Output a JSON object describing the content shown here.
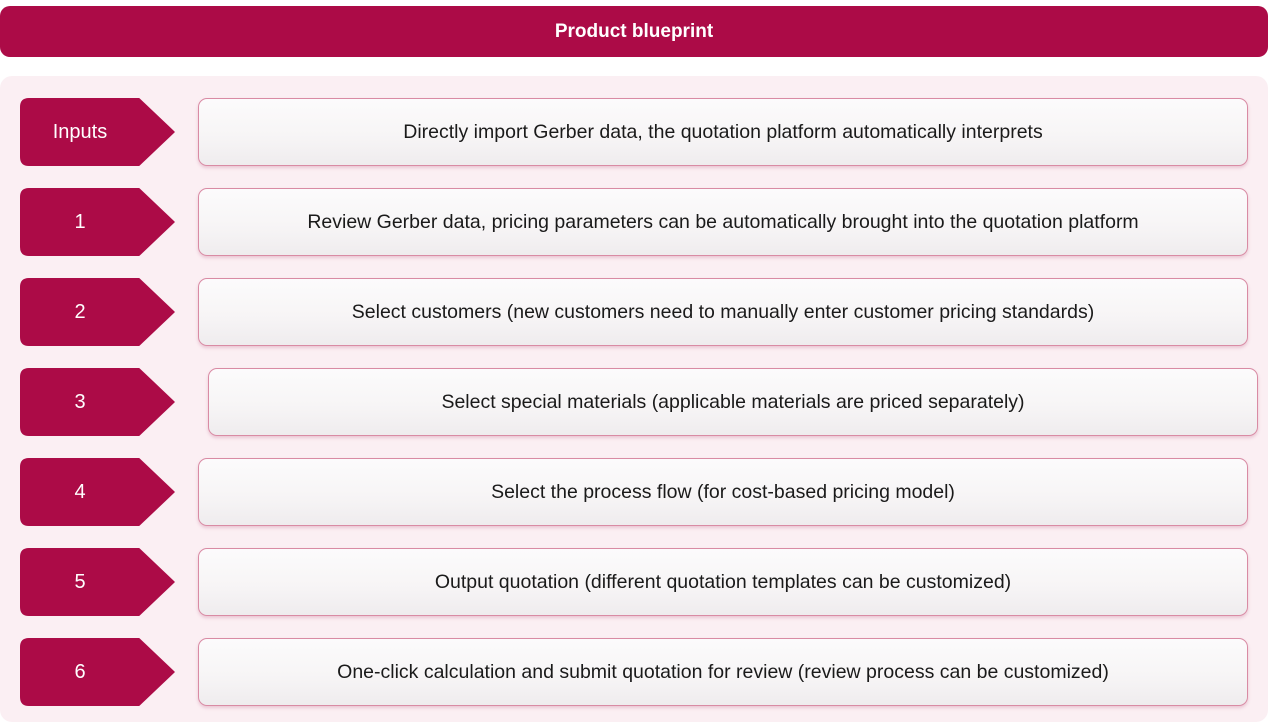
{
  "header": {
    "title": "Product blueprint"
  },
  "theme": {
    "crimson": "#AC0B47",
    "panel_bg": "#FBEFF3",
    "box_border": "#D98BA4",
    "box_grad_top": "#FCFBFC",
    "box_grad_bottom": "#EFECEE",
    "box_text": "#1A1A1A",
    "title_text": "#FFFFFF"
  },
  "rows": [
    {
      "label": "Inputs",
      "text": "Directly import Gerber data, the quotation platform automatically interprets"
    },
    {
      "label": "1",
      "text": "Review Gerber data, pricing parameters can be automatically brought into the quotation platform"
    },
    {
      "label": "2",
      "text": "Select customers (new customers need to manually enter customer pricing standards)"
    },
    {
      "label": "3",
      "text": "Select special materials (applicable materials are priced separately)"
    },
    {
      "label": "4",
      "text": "Select the process flow (for cost-based pricing model)"
    },
    {
      "label": "5",
      "text": "Output quotation (different quotation templates can be customized)"
    },
    {
      "label": "6",
      "text": "One-click calculation and submit quotation for review (review process can be customized)"
    }
  ]
}
